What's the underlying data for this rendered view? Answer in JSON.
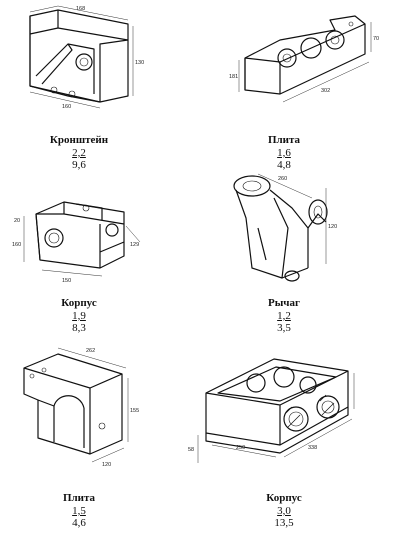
{
  "parts": [
    {
      "name": "Кронштейн",
      "numerator": "2,2",
      "denominator": "9,6",
      "dimensions": [
        "168",
        "130",
        "160"
      ]
    },
    {
      "name": "Плита",
      "numerator": "1,6",
      "denominator": "4,8",
      "dimensions": [
        "302",
        "70",
        "181"
      ]
    },
    {
      "name": "Корпус",
      "numerator": "1,9",
      "denominator": "8,3",
      "dimensions": [
        "129",
        "150",
        "160",
        "20"
      ]
    },
    {
      "name": "Рычаг",
      "numerator": "1,2",
      "denominator": "3,5",
      "dimensions": [
        "260",
        "120"
      ]
    },
    {
      "name": "Плита",
      "numerator": "1,5",
      "denominator": "4,6",
      "dimensions": [
        "262",
        "155",
        "120"
      ]
    },
    {
      "name": "Корпус",
      "numerator": "3,0",
      "denominator": "13,5",
      "dimensions": [
        "250",
        "338",
        "58"
      ]
    }
  ]
}
